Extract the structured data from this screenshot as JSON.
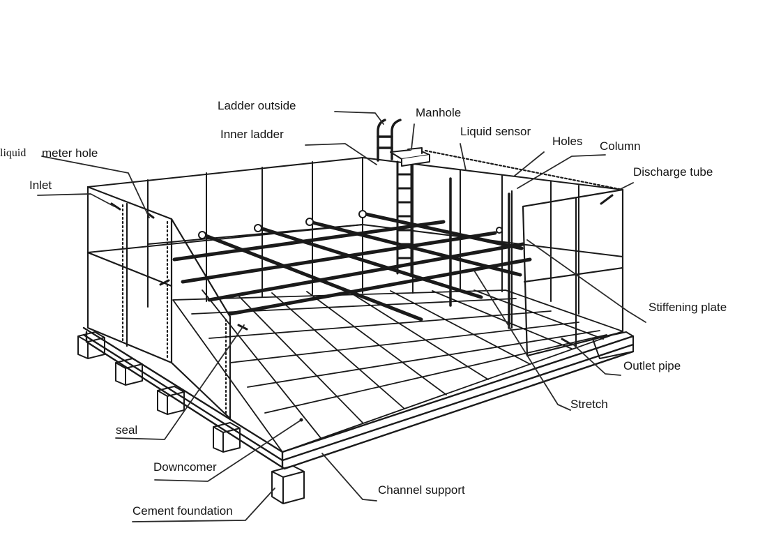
{
  "labels": {
    "ladder_outside": "Ladder outside",
    "manhole": "Manhole",
    "inner_ladder": "Inner ladder",
    "liquid_sensor": "Liquid sensor",
    "holes": "Holes",
    "column": "Column",
    "liquid": "liquid",
    "meter_hole": "meter hole",
    "discharge_tube": "Discharge tube",
    "inlet": "Inlet",
    "stiffening_plate": "Stiffening plate",
    "outlet_pipe": "Outlet pipe",
    "stretch": "Stretch",
    "seal": "seal",
    "downcomer": "Downcomer",
    "channel_support": "Channel support",
    "cement_foundation": "Cement foundation"
  },
  "colors": {
    "line": "#1a1a1a",
    "text": "#151515",
    "background": "#ffffff"
  }
}
